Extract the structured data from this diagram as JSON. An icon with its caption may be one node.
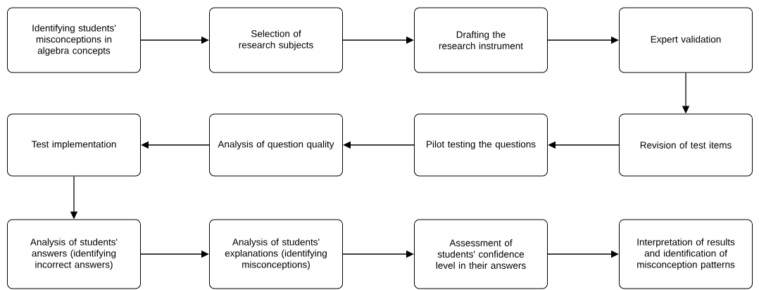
{
  "diagram": {
    "nodes": [
      {
        "text": [
          "Identifying students' misconceptions in algebra concepts"
        ]
      },
      {
        "text": [
          "Selection of research subjects"
        ]
      },
      {
        "text": [
          "Drafting the research instrument"
        ]
      },
      {
        "text": [
          "Expert validation"
        ]
      },
      {
        "text": [
          "Test implementation"
        ]
      },
      {
        "text": [
          "Analysis of question quality"
        ]
      },
      {
        "text": [
          "Pilot testing the questions"
        ]
      },
      {
        "text": [
          "Revision of test items"
        ]
      },
      {
        "text": [
          "Analysis of students' answers (identifying incorrect answers)"
        ]
      },
      {
        "text": [
          "Analysis of students' explanations (identifying misconceptions)"
        ]
      },
      {
        "text": [
          "Assessment of students' confidence level in their answers"
        ]
      },
      {
        "text": [
          "Interpretation of results and identification of misconception patterns"
        ]
      }
    ],
    "edges": [
      {
        "from": 0,
        "to": 1,
        "arrow": "to"
      },
      {
        "from": 1,
        "to": 2,
        "arrow": "to"
      },
      {
        "from": 2,
        "to": 3,
        "arrow": "to"
      },
      {
        "from": 3,
        "to": 7,
        "arrow": "to"
      },
      {
        "from": 7,
        "to": 6,
        "arrow": "to"
      },
      {
        "from": 6,
        "to": 5,
        "arrow": "to"
      },
      {
        "from": 5,
        "to": 4,
        "arrow": "to"
      },
      {
        "from": 4,
        "to": 8,
        "arrow": "to"
      },
      {
        "from": 8,
        "to": 9,
        "arrow": "to"
      },
      {
        "from": 9,
        "to": 10,
        "arrow": "to"
      },
      {
        "from": 10,
        "to": 11,
        "arrow": "to"
      }
    ]
  }
}
